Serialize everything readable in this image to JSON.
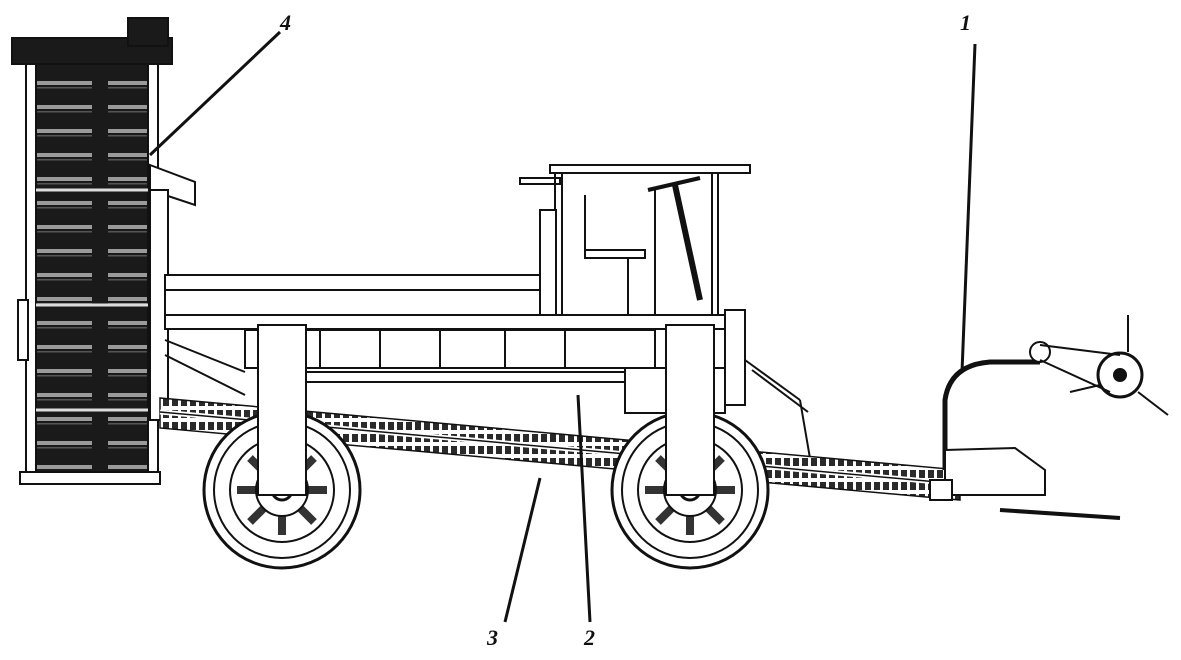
{
  "figure": {
    "callouts": [
      {
        "id": "1",
        "text": "1"
      },
      {
        "id": "2",
        "text": "2"
      },
      {
        "id": "3",
        "text": "3"
      },
      {
        "id": "4",
        "text": "4"
      }
    ],
    "colors": {
      "line": "#111111",
      "fill_dark": "#1a1a1a",
      "fill_mid": "#6b6b6b",
      "background": "#ffffff"
    }
  }
}
